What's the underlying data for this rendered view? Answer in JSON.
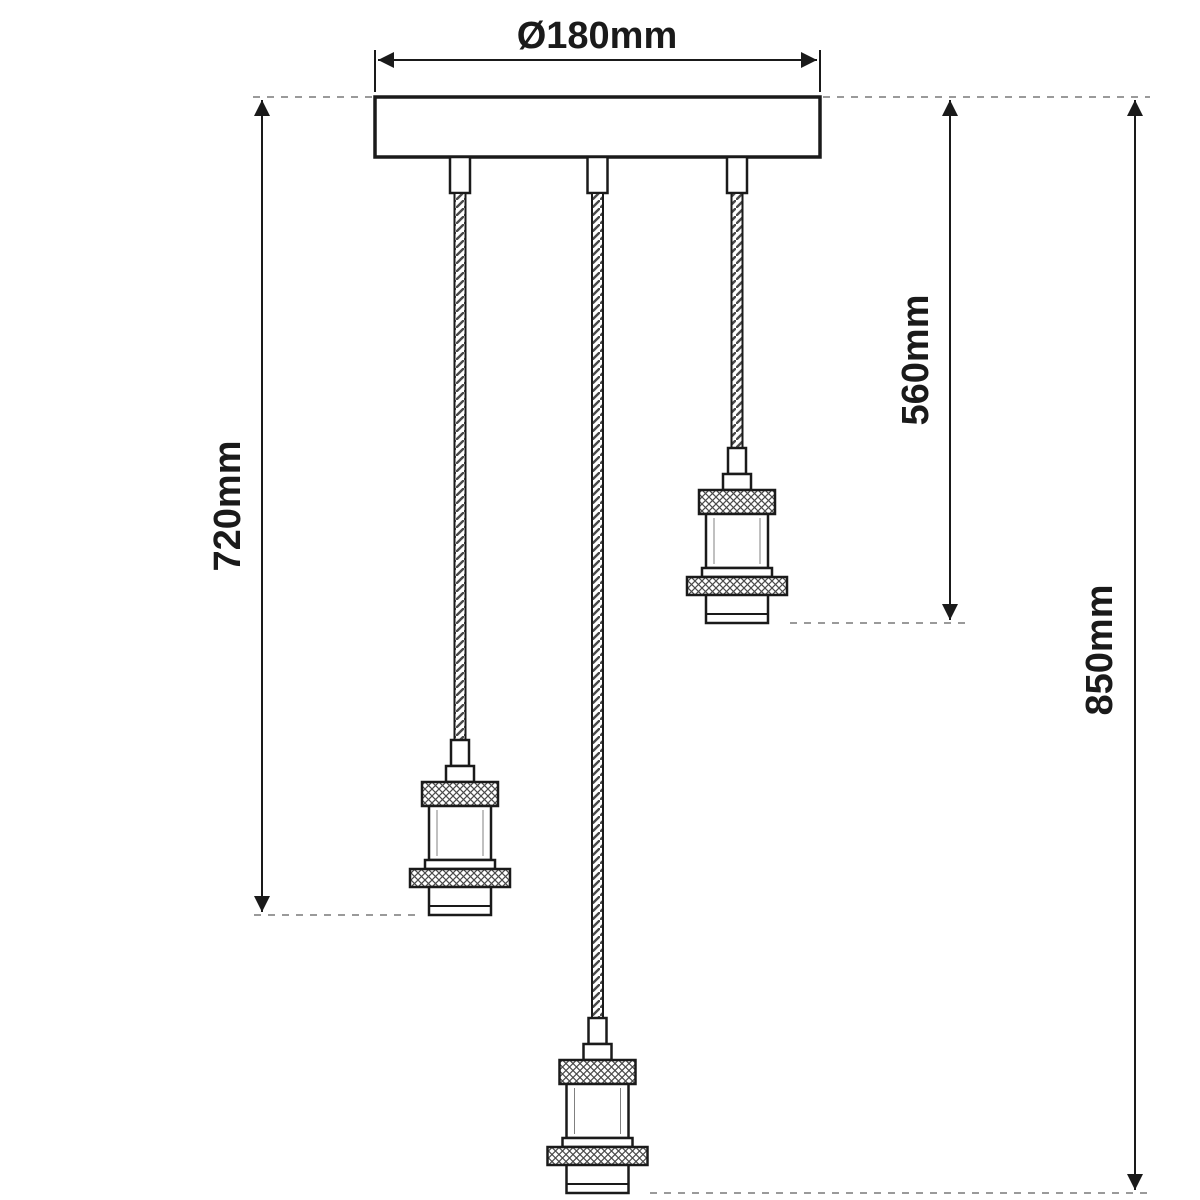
{
  "diagram": {
    "type": "technical-dimension-drawing",
    "subject": "three-light pendant lamp with ceiling canopy and vintage lamp sockets",
    "dims": {
      "diameter": "Ø180mm",
      "left_drop": "720mm",
      "short_drop": "560mm",
      "long_drop": "850mm"
    },
    "colors": {
      "line": "#1a1a1a",
      "dashed": "#9a9a9a",
      "background": "#ffffff",
      "hatch": "#4a4a4a"
    }
  }
}
